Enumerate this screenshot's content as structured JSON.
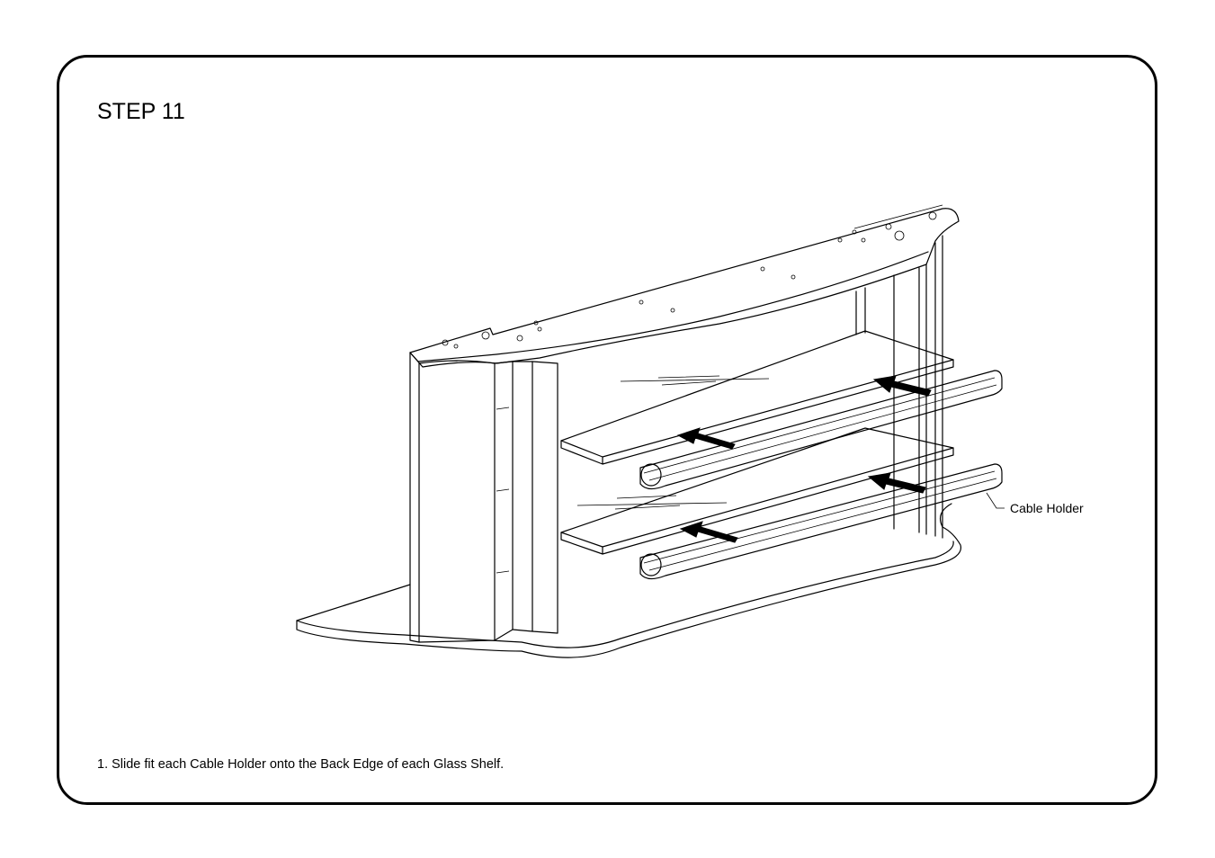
{
  "step": {
    "title": "STEP 11"
  },
  "callouts": {
    "cable_holder": "Cable Holder"
  },
  "instructions": [
    "1. Slide fit each Cable Holder onto the Back Edge of each Glass Shelf."
  ]
}
